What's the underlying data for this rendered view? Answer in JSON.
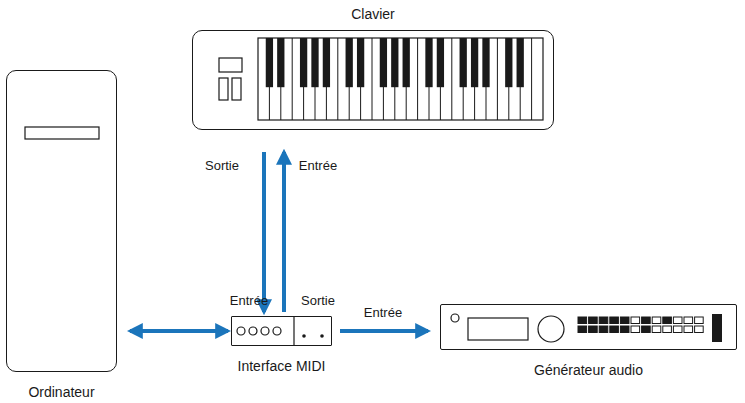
{
  "diagram": {
    "nodes": [
      {
        "text": [
          "Clavier"
        ]
      },
      {
        "text": [
          "Ordinateur"
        ]
      },
      {
        "text": [
          "Interface MIDI"
        ]
      },
      {
        "text": [
          "Générateur audio"
        ]
      }
    ],
    "edges": [
      {
        "from": 0,
        "to": 2,
        "arrow": "to"
      },
      {
        "from": 2,
        "to": 0,
        "arrow": "to"
      },
      {
        "from": 1,
        "to": 2,
        "arrow": "both"
      },
      {
        "from": 2,
        "to": 3,
        "label": "Entrée",
        "arrow": "to"
      }
    ],
    "labels": [
      "Sortie",
      "Entrée",
      "Entrée",
      "Sortie"
    ]
  }
}
